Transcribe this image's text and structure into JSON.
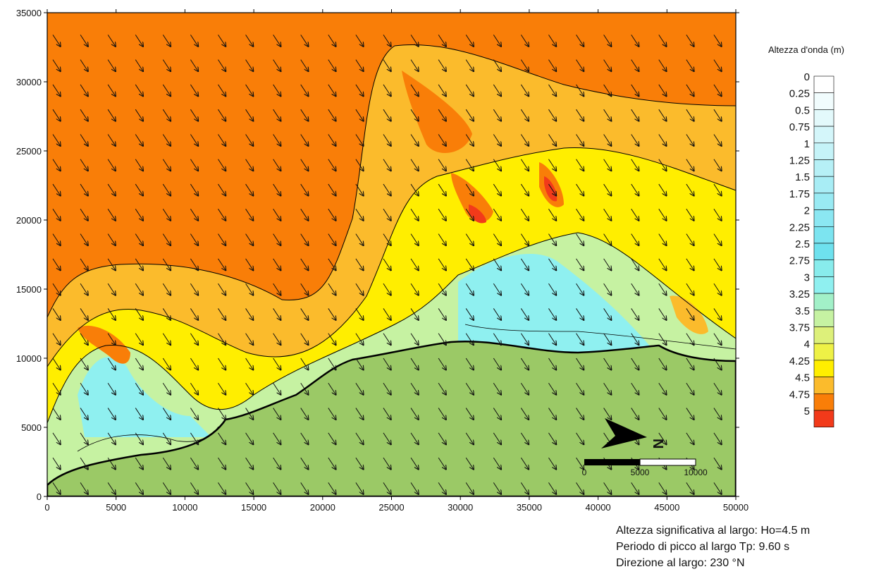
{
  "chart_data": {
    "type": "heatmap",
    "title": "",
    "xlabel": "",
    "ylabel": "",
    "xlim": [
      0,
      50000
    ],
    "ylim": [
      0,
      35000
    ],
    "x_ticks": [
      "0",
      "5000",
      "10000",
      "15000",
      "20000",
      "25000",
      "30000",
      "35000",
      "40000",
      "45000",
      "50000"
    ],
    "y_ticks": [
      "0",
      "5000",
      "10000",
      "15000",
      "20000",
      "25000",
      "30000",
      "35000"
    ],
    "x_tick_values": [
      0,
      5000,
      10000,
      15000,
      20000,
      25000,
      30000,
      35000,
      40000,
      45000,
      50000
    ],
    "y_tick_values": [
      0,
      5000,
      10000,
      15000,
      20000,
      25000,
      30000,
      35000
    ],
    "legend": {
      "title": "Altezza d'onda (m)",
      "placement": "right",
      "labels": [
        "0",
        "0.25",
        "0.5",
        "0.75",
        "1",
        "1.25",
        "1.5",
        "1.75",
        "2",
        "2.25",
        "2.5",
        "2.75",
        "3",
        "3.25",
        "3.5",
        "3.75",
        "4",
        "4.25",
        "4.5",
        "4.75",
        "5"
      ],
      "values": [
        0,
        0.25,
        0.5,
        0.75,
        1,
        1.25,
        1.5,
        1.75,
        2,
        2.25,
        2.5,
        2.75,
        3,
        3.25,
        3.5,
        3.75,
        4,
        4.25,
        4.5,
        4.75,
        5
      ],
      "colors": [
        "#ffffff",
        "#f1fcfd",
        "#e3f9fb",
        "#d4f6fa",
        "#c5f3f8",
        "#b6f0f6",
        "#a8edf5",
        "#99eaf3",
        "#8be7f2",
        "#7ce4f0",
        "#6ee1ee",
        "#88ecec",
        "#8ff0f0",
        "#a2f0c8",
        "#c6f2a2",
        "#ddf07a",
        "#eef146",
        "#ffee00",
        "#fbbb2c",
        "#f97e08",
        "#f23a1a"
      ]
    },
    "north_arrow_label": "N",
    "scale_bar": {
      "labels": [
        "0",
        "5000",
        "10000"
      ],
      "values": [
        0,
        5000,
        10000
      ]
    },
    "wave_direction_deg": 230,
    "annotations": [
      "Altezza significativa al largo: Ho=4.5 m",
      "Periodo di picco al largo Tp: 9.60 s",
      "Direzione al largo: 230 °N"
    ],
    "colors": {
      "land": "#9bc966",
      "deep_sea": "#f97e08",
      "frame": "#000000"
    }
  }
}
